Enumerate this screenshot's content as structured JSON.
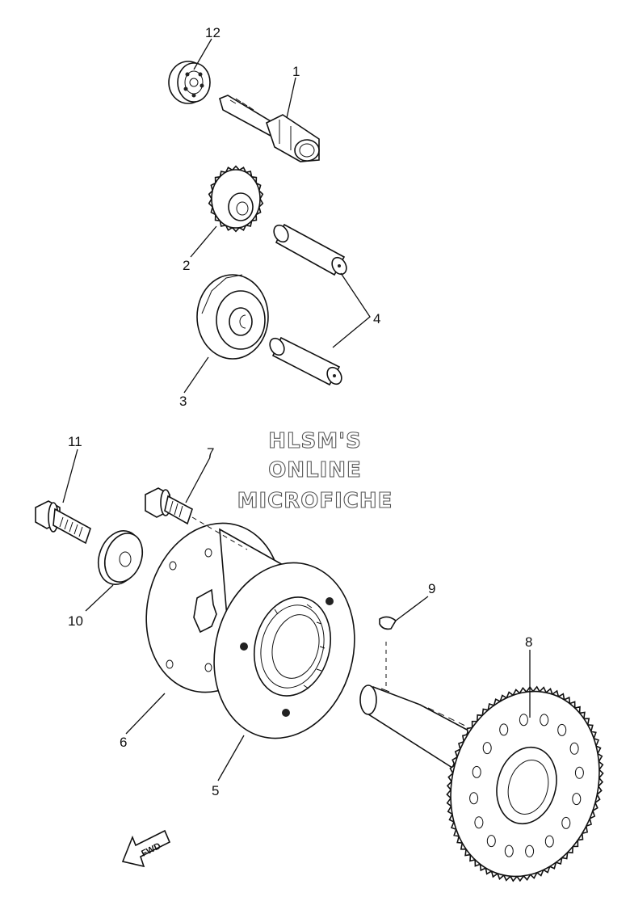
{
  "watermark": {
    "line1": "HLSM'S",
    "line2": "ONLINE",
    "line3": "MICROFICHE"
  },
  "direction_badge": "FWD",
  "callouts": [
    {
      "id": "callout-1",
      "text": "1"
    },
    {
      "id": "callout-2",
      "text": "2"
    },
    {
      "id": "callout-3",
      "text": "3"
    },
    {
      "id": "callout-4",
      "text": "4"
    },
    {
      "id": "callout-5",
      "text": "5"
    },
    {
      "id": "callout-6",
      "text": "6"
    },
    {
      "id": "callout-7",
      "text": "7"
    },
    {
      "id": "callout-8",
      "text": "8"
    },
    {
      "id": "callout-9",
      "text": "9"
    },
    {
      "id": "callout-10",
      "text": "10"
    },
    {
      "id": "callout-11",
      "text": "11"
    },
    {
      "id": "callout-12",
      "text": "12"
    }
  ]
}
